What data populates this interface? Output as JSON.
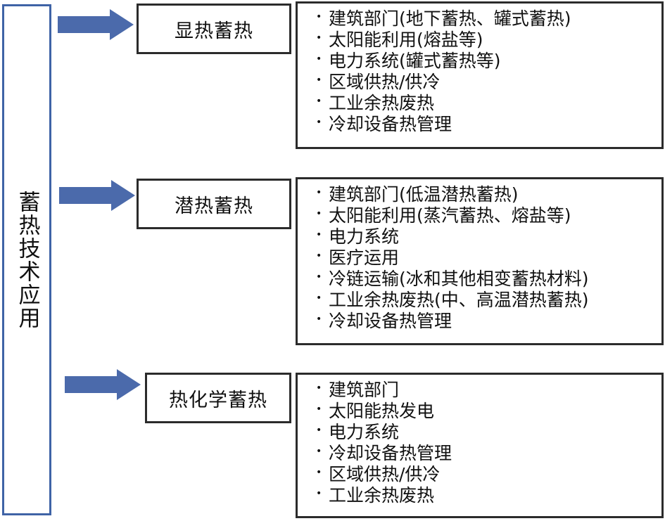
{
  "root": {
    "label": "蓄热技术应用"
  },
  "arrow_color": "#4b6aab",
  "categories": [
    {
      "label": "显热蓄热",
      "items": [
        "建筑部门(地下蓄热、罐式蓄热)",
        "太阳能利用(熔盐等)",
        "电力系统(罐式蓄热等)",
        "区域供热/供冷",
        "工业余热废热",
        "冷却设备热管理"
      ]
    },
    {
      "label": "潜热蓄热",
      "items": [
        "建筑部门(低温潜热蓄热)",
        "太阳能利用(蒸汽蓄热、熔盐等)",
        "电力系统",
        "医疗运用",
        "冷链运输(冰和其他相变蓄热材料)",
        "工业余热废热(中、高温潜热蓄热)",
        "冷却设备热管理"
      ]
    },
    {
      "label": "热化学蓄热",
      "items": [
        "建筑部门",
        "太阳能热发电",
        "电力系统",
        "冷却设备热管理",
        "区域供热/供冷",
        "工业余热废热"
      ]
    }
  ]
}
